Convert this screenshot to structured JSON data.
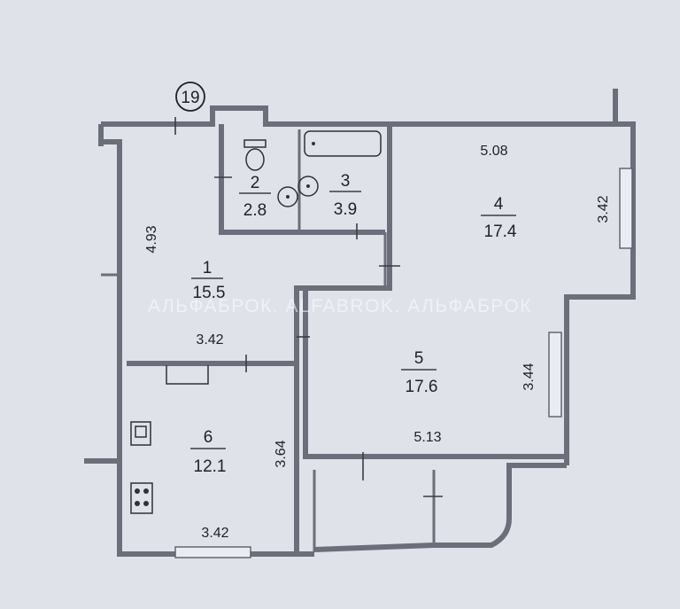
{
  "plan": {
    "section_badge": "19",
    "watermark": "АЛЬФАБРОК. ALFABROK. АЛЬФАБРОК",
    "rooms": [
      {
        "id": "room-1",
        "number": "1",
        "area": "15.5",
        "dims": [
          "4.93",
          "3.42"
        ]
      },
      {
        "id": "room-2",
        "number": "2",
        "area": "2.8",
        "dims": []
      },
      {
        "id": "room-3",
        "number": "3",
        "area": "3.9",
        "dims": []
      },
      {
        "id": "room-4",
        "number": "4",
        "area": "17.4",
        "dims": [
          "5.08",
          "3.42"
        ]
      },
      {
        "id": "room-5",
        "number": "5",
        "area": "17.6",
        "dims": [
          "5.13",
          "3.44"
        ]
      },
      {
        "id": "room-6",
        "number": "6",
        "area": "12.1",
        "dims": [
          "3.64",
          "3.42"
        ]
      }
    ]
  }
}
